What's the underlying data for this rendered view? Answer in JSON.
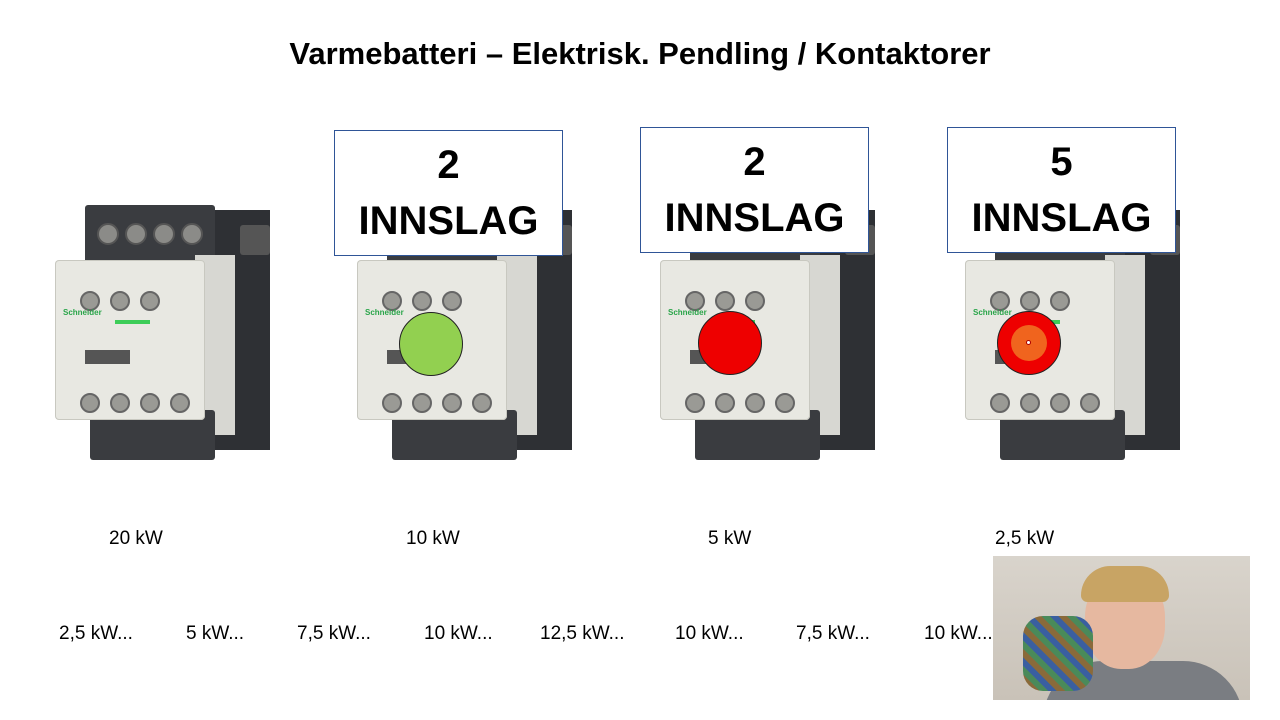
{
  "slide": {
    "title": "Varmebatteri – Elektrisk. Pendling / Kontaktorer",
    "contactor_brand": "Schneider",
    "labels": [
      {
        "count": "2",
        "text": "INNSLAG"
      },
      {
        "count": "2",
        "text": "INNSLAG"
      },
      {
        "count": "5",
        "text": "INNSLAG"
      }
    ],
    "indicators": [
      {
        "state": "on",
        "color": "#92d050"
      },
      {
        "state": "off",
        "color": "#ee0000"
      },
      {
        "state": "off",
        "color": "#ee0000"
      }
    ],
    "powers": [
      "20 kW",
      "10 kW",
      "5 kW",
      "2,5 kW"
    ],
    "sequence": [
      "2,5 kW...",
      "5 kW...",
      "7,5 kW...",
      "10 kW...",
      "12,5 kW...",
      "10 kW...",
      "7,5 kW...",
      "10 kW..."
    ]
  }
}
